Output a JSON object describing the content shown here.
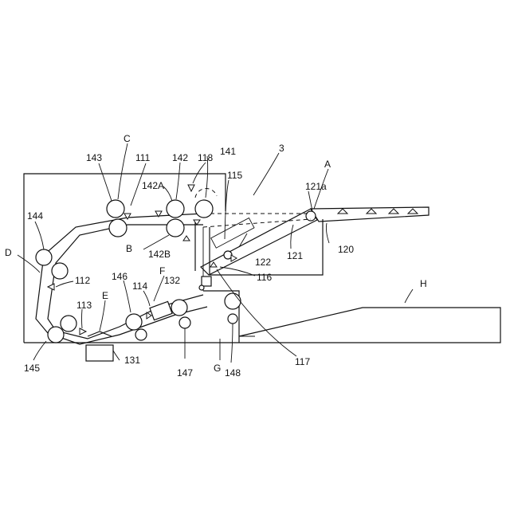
{
  "labels": {
    "l3": "3",
    "A": "A",
    "l121a": "121a",
    "l115": "115",
    "l141": "141",
    "l118": "118",
    "l142": "142",
    "l142A": "142A",
    "l111": "111",
    "C": "C",
    "l143": "143",
    "l144": "144",
    "D": "D",
    "l112": "112",
    "l146": "146",
    "F": "F",
    "l132": "132",
    "l114": "114",
    "E": "E",
    "l113": "113",
    "B": "B",
    "l142B": "142B",
    "l122": "122",
    "l121": "121",
    "l120": "120",
    "l116": "116",
    "H": "H",
    "l145": "145",
    "l131": "131",
    "l147": "147",
    "G": "G",
    "l148": "148",
    "l117": "117"
  }
}
